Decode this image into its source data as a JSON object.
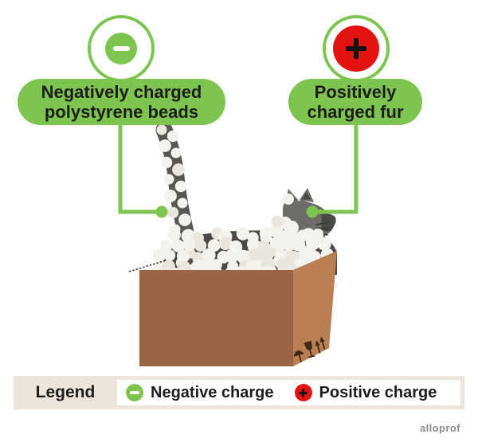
{
  "callouts": {
    "negative": {
      "line1": "Negatively charged",
      "line2": "polystyrene beads"
    },
    "positive": {
      "line1": "Positively",
      "line2": "charged fur"
    }
  },
  "legend": {
    "title": "Legend",
    "items": [
      {
        "label": "Negative charge",
        "type": "negative"
      },
      {
        "label": "Positive charge",
        "type": "positive"
      }
    ]
  },
  "watermark": {
    "text": "alloprof"
  },
  "colors": {
    "green": "#7ec450",
    "red": "#e51212",
    "ink": "#1d1d1b",
    "boxFront": "#9a6544",
    "boxSide": "#b97e52",
    "boxIcon": "#3f2a18",
    "catBody": "#4a4945",
    "catHead": "#6d6c68",
    "catTail": "#575651",
    "bead": "#f4f2ec",
    "beadDim": "#e9e6dd",
    "legendBg": "#ede4db",
    "watermarkColor": "#8d8d8d"
  }
}
